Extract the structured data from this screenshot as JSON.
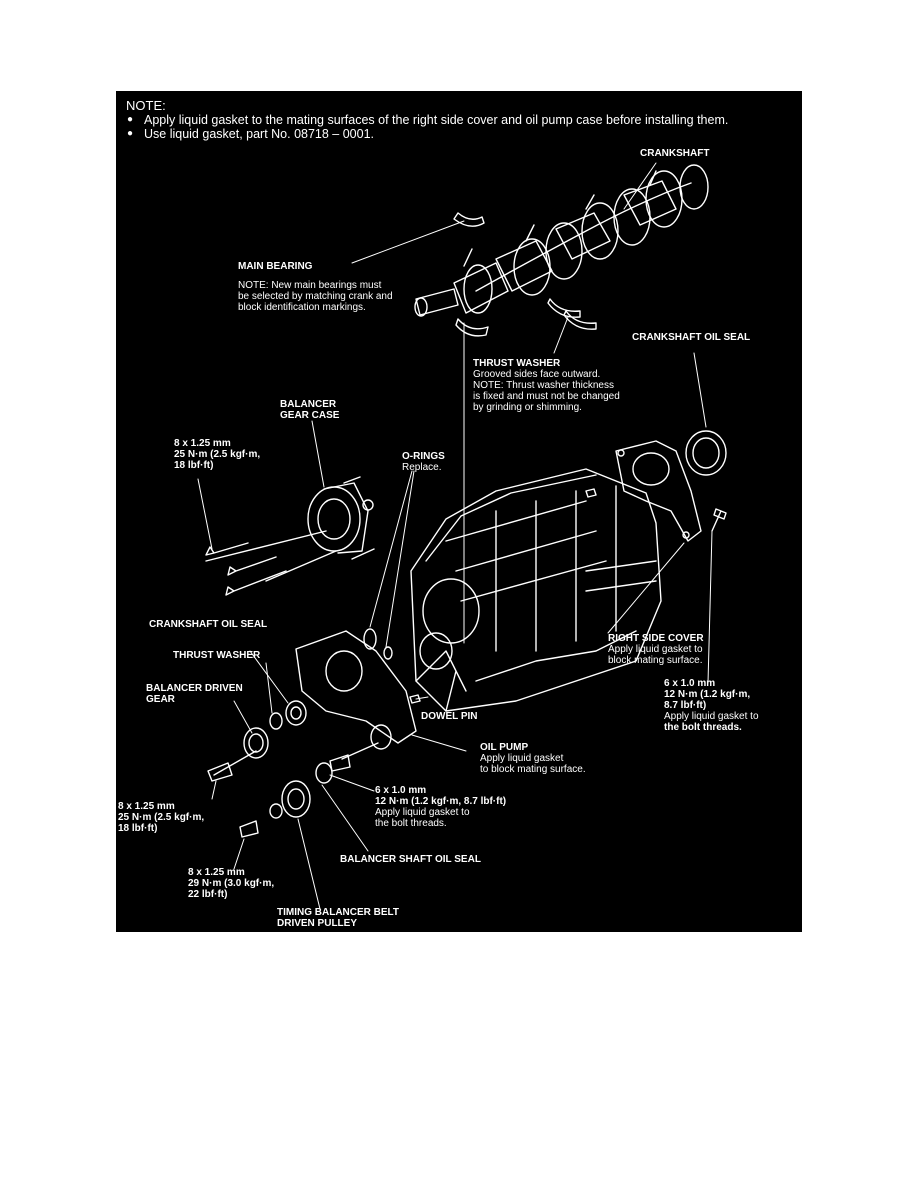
{
  "note": {
    "title": "NOTE:",
    "items": [
      "Apply liquid gasket to the mating surfaces of the right side cover and oil pump case before installing them.",
      "Use liquid gasket, part No. 08718 – 0001."
    ]
  },
  "labels": {
    "crankshaft": "CRANKSHAFT",
    "main_bearing": {
      "title": "MAIN BEARING",
      "lines": [
        "NOTE:  New main bearings must",
        "be selected by matching crank and",
        "block identification markings."
      ]
    },
    "crankshaft_oil_seal_right": "CRANKSHAFT OIL SEAL",
    "thrust_washer_top": {
      "title": "THRUST WASHER",
      "lines": [
        "Grooved sides face outward.",
        "NOTE:  Thrust washer thickness",
        "is fixed and must not be changed",
        "by grinding or shimming."
      ]
    },
    "balancer_gear_case": [
      "BALANCER",
      "GEAR CASE"
    ],
    "bolt_gear_case": [
      "8 x 1.25 mm",
      "25 N·m (2.5 kgf·m,",
      "18 lbf·ft)"
    ],
    "o_rings": {
      "title": "O-RINGS",
      "lines": [
        "Replace."
      ]
    },
    "crankshaft_oil_seal_left": "CRANKSHAFT OIL SEAL",
    "thrust_washer_left": "THRUST WASHER",
    "balancer_driven_gear": [
      "BALANCER DRIVEN",
      "GEAR"
    ],
    "right_side_cover": {
      "title": "RIGHT SIDE COVER",
      "lines": [
        "Apply liquid gasket to",
        "block mating surface."
      ]
    },
    "bolt_right_side": [
      "6 x 1.0 mm",
      "12 N·m (1.2 kgf·m,",
      "8.7 lbf·ft)"
    ],
    "bolt_right_side_note": [
      "Apply liquid gasket to",
      "the bolt threads."
    ],
    "dowel_pin": "DOWEL PIN",
    "oil_pump": {
      "title": "OIL PUMP",
      "lines": [
        "Apply liquid gasket",
        "to block mating surface."
      ]
    },
    "bolt_oil_pump": [
      "6 x 1.0 mm",
      "12 N·m (1.2 kgf·m, 8.7 lbf·ft)"
    ],
    "bolt_oil_pump_note": [
      "Apply liquid gasket to",
      "the bolt threads."
    ],
    "bolt_driven_gear": [
      "8 x 1.25 mm",
      "25 N·m (2.5 kgf·m,",
      "18 lbf·ft)"
    ],
    "balancer_shaft_oil_seal": "BALANCER SHAFT OIL SEAL",
    "bolt_pulley": [
      "8 x 1.25 mm",
      "29 N·m (3.0 kgf·m,",
      "22 lbf·ft)"
    ],
    "timing_pulley": [
      "TIMING BALANCER BELT",
      "DRIVEN PULLEY"
    ]
  },
  "colors": {
    "background": "#000000",
    "ink": "#ffffff",
    "page": "#ffffff"
  }
}
